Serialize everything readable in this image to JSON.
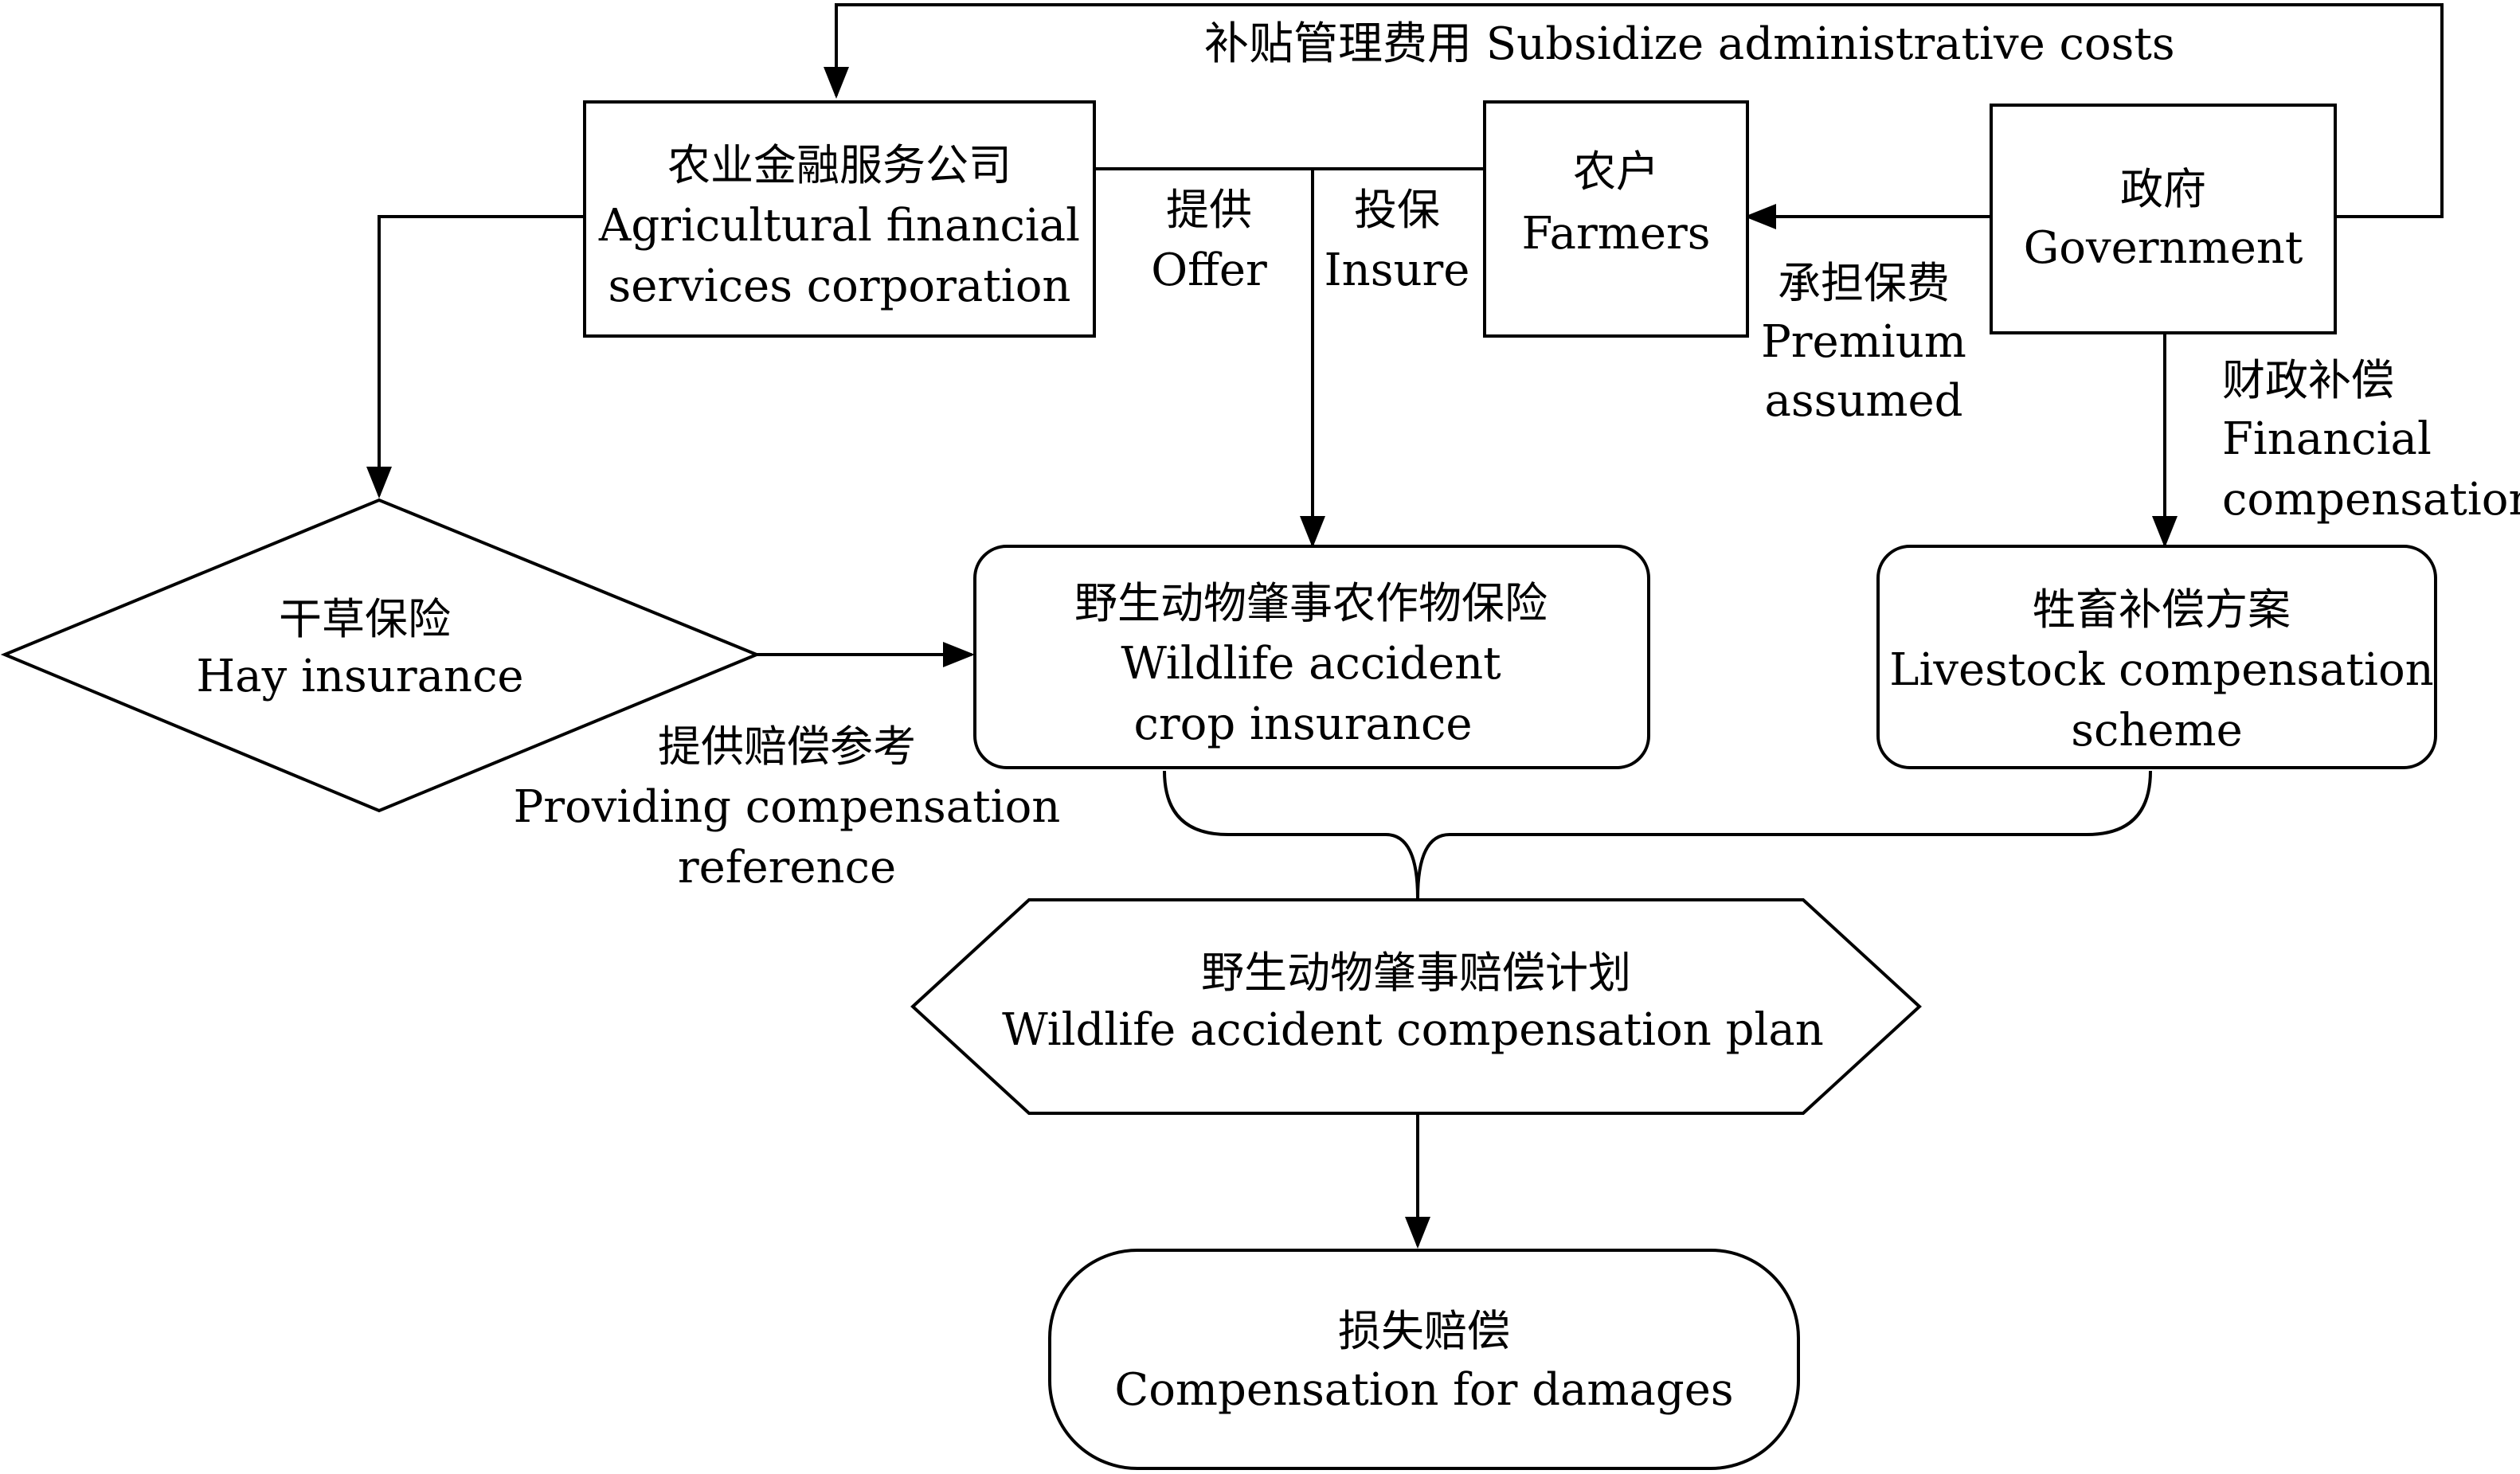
{
  "nodes": {
    "agri_corp": {
      "zh": "农业金融服务公司",
      "en1": "Agricultural financial",
      "en2": "services corporation"
    },
    "farmers": {
      "zh": "农户",
      "en": "Farmers"
    },
    "government": {
      "zh": "政府",
      "en": "Government"
    },
    "hay_insurance": {
      "zh": "干草保险",
      "en": "Hay insurance"
    },
    "crop_insurance": {
      "zh": "野生动物肇事农作物保险",
      "en1": "Wildlife accident",
      "en2": "crop insurance"
    },
    "livestock_scheme": {
      "zh": "牲畜补偿方案",
      "en1": "Livestock compensation",
      "en2": "scheme"
    },
    "compensation_plan": {
      "zh": "野生动物肇事赔偿计划",
      "en": "Wildlife accident compensation plan"
    },
    "damages": {
      "zh": "损失赔偿",
      "en": "Compensation for damages"
    }
  },
  "edge_labels": {
    "subsidize": "补贴管理费用 Subsidize administrative costs",
    "offer": {
      "zh": "提供",
      "en": "Offer"
    },
    "insure": {
      "zh": "投保",
      "en": "Insure"
    },
    "premium": {
      "zh": "承担保费",
      "en1": "Premium",
      "en2": "assumed"
    },
    "financial": {
      "zh": "财政补偿",
      "en1": "Financial",
      "en2": "compensation"
    },
    "reference": {
      "zh": "提供赔偿参考",
      "en1": "Providing compensation",
      "en2": "reference"
    }
  }
}
